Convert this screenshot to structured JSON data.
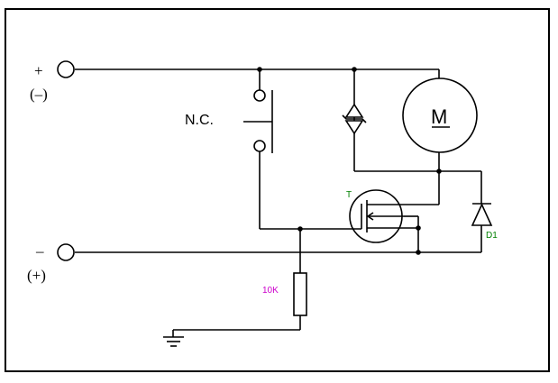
{
  "labels": {
    "plus_top": "+",
    "minus_paren_top": "(–)",
    "minus_bottom": "–",
    "plus_paren_bottom": "(+)",
    "nc": "N.C.",
    "motor": "M",
    "transistor": "T",
    "diode": "D1",
    "resistor": "10K"
  },
  "colors": {
    "wire": "#000000",
    "transistor_label": "#008000",
    "diode_label": "#008000",
    "resistor_label": "#cc00cc"
  },
  "symbols": [
    "terminal-icon",
    "switch-icon",
    "tvs-diode-icon",
    "motor-icon",
    "mosfet-icon",
    "diode-icon",
    "resistor-icon",
    "ground-icon"
  ]
}
